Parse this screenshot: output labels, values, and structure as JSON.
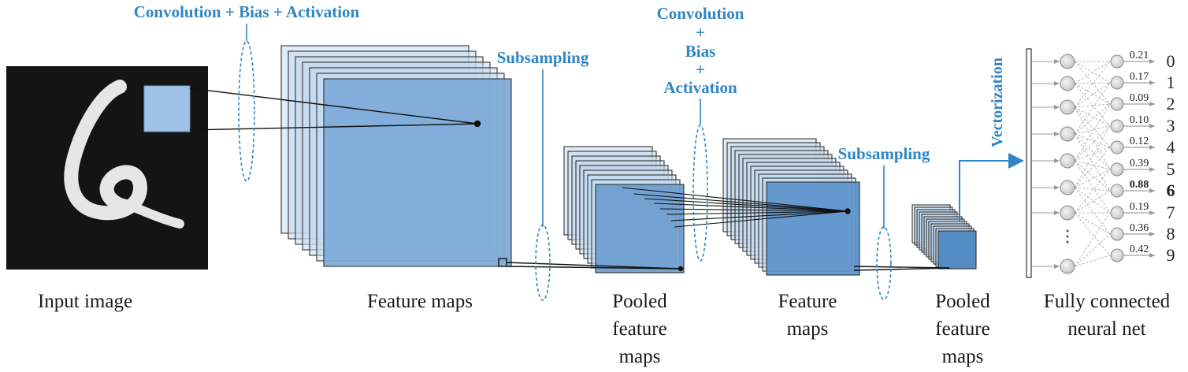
{
  "labels": {
    "step1": "Convolution + Bias + Activation",
    "step2_line1": "Convolution",
    "step2_plus1": "+",
    "step2_line2": "Bias",
    "step2_plus2": "+",
    "step2_line3": "Activation",
    "subsampling1": "Subsampling",
    "subsampling2": "Subsampling",
    "vectorization": "Vectorization"
  },
  "captions": {
    "input": "Input image",
    "fmaps1": "Feature maps",
    "pooled1": [
      "Pooled",
      "feature",
      "maps"
    ],
    "fmaps2": [
      "Feature",
      "maps"
    ],
    "pooled2": [
      "Pooled",
      "feature",
      "maps"
    ],
    "fc": [
      "Fully connected",
      "neural net"
    ]
  },
  "outputs": [
    {
      "value": "0.21",
      "digit": "0",
      "highlight": false
    },
    {
      "value": "0.17",
      "digit": "1",
      "highlight": false
    },
    {
      "value": "0.09",
      "digit": "2",
      "highlight": false
    },
    {
      "value": "0.10",
      "digit": "3",
      "highlight": false
    },
    {
      "value": "0.12",
      "digit": "4",
      "highlight": false
    },
    {
      "value": "0.39",
      "digit": "5",
      "highlight": false
    },
    {
      "value": "0.88",
      "digit": "6",
      "highlight": true
    },
    {
      "value": "0.19",
      "digit": "7",
      "highlight": false
    },
    {
      "value": "0.36",
      "digit": "8",
      "highlight": false
    },
    {
      "value": "0.42",
      "digit": "9",
      "highlight": false
    }
  ],
  "colors": {
    "accent": "#2f86c5",
    "map_fill": "#9fc3e6",
    "map_fill_dark": "#5a93c8",
    "input_bg": "#141414",
    "digit_stroke": "#e8e8e8"
  }
}
